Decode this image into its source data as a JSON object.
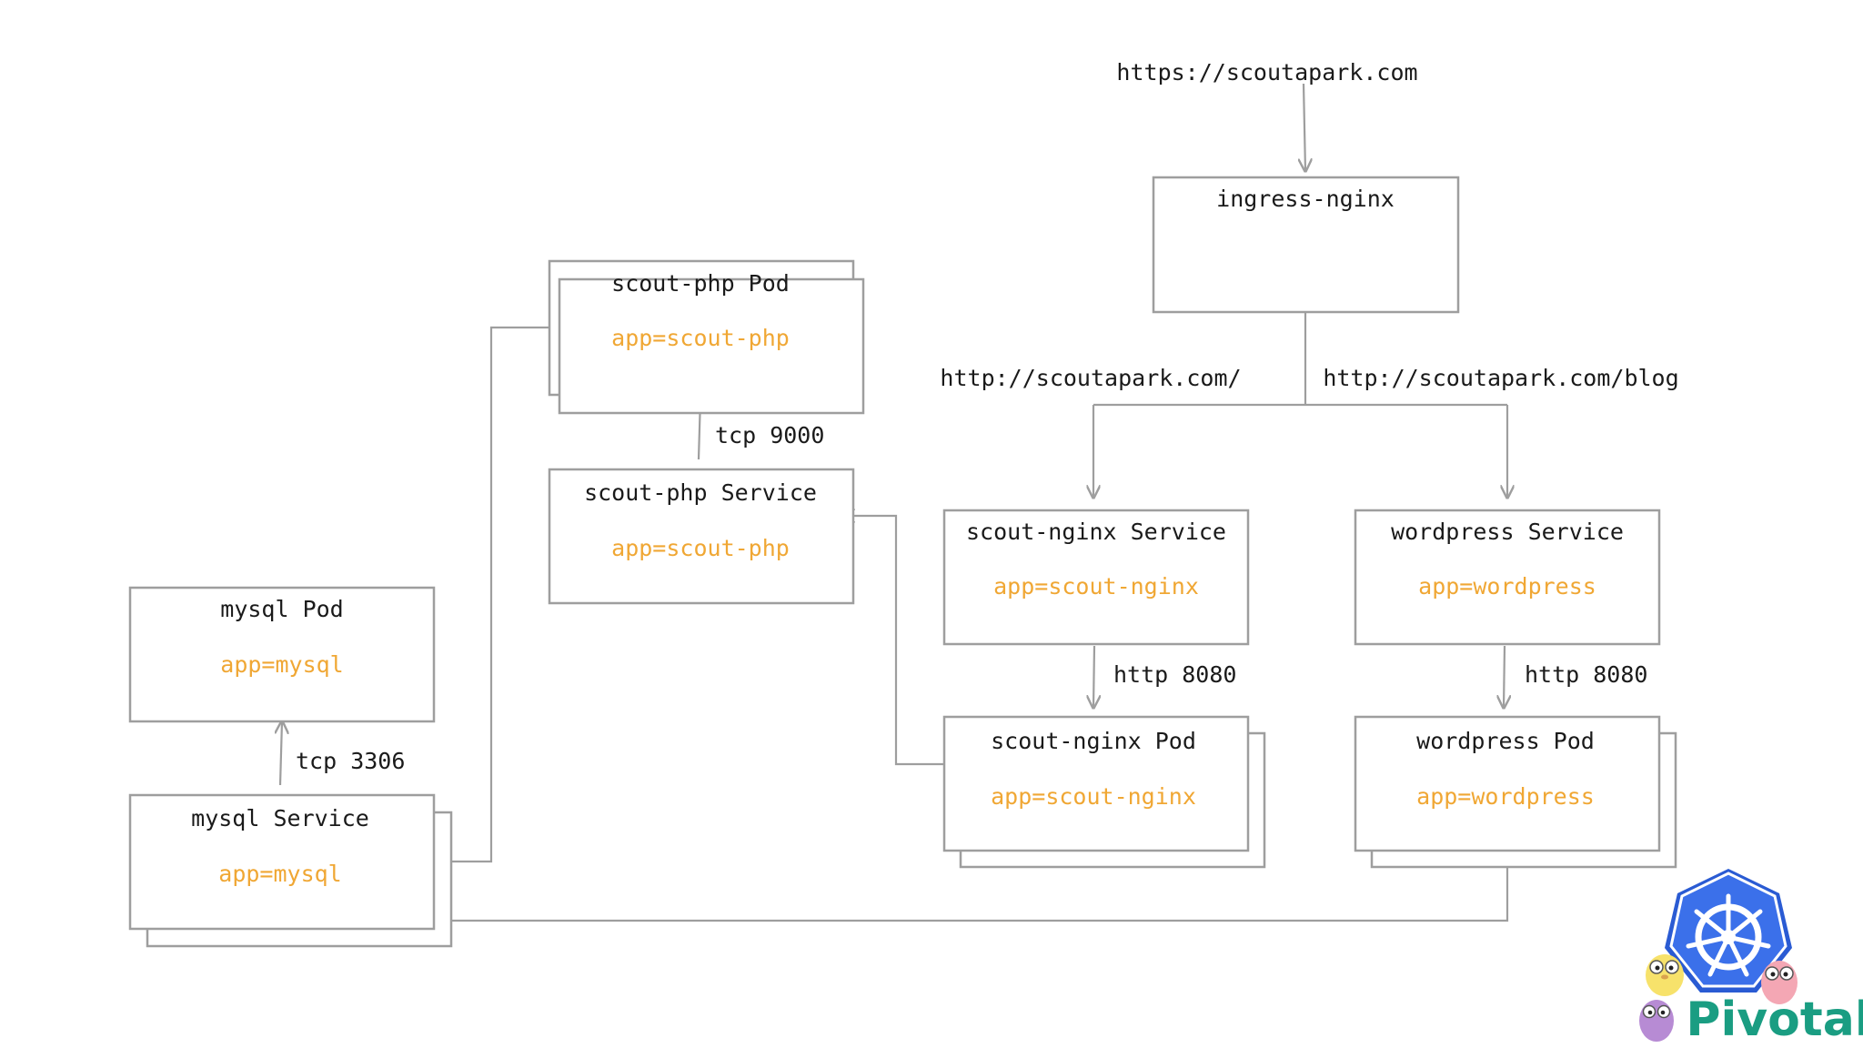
{
  "url_top": "https://scoutapark.com",
  "nodes": {
    "ingress": {
      "title": "ingress-nginx"
    },
    "scout_php_pod": {
      "title": "scout-php Pod",
      "label": "app=scout-php"
    },
    "scout_php_service": {
      "title": "scout-php Service",
      "label": "app=scout-php"
    },
    "scout_nginx_service": {
      "title": "scout-nginx Service",
      "label": "app=scout-nginx"
    },
    "wordpress_service": {
      "title": "wordpress Service",
      "label": "app=wordpress"
    },
    "mysql_pod": {
      "title": "mysql Pod",
      "label": "app=mysql"
    },
    "mysql_service": {
      "title": "mysql Service",
      "label": "app=mysql"
    },
    "scout_nginx_pod": {
      "title": "scout-nginx Pod",
      "label": "app=scout-nginx"
    },
    "wordpress_pod": {
      "title": "wordpress Pod",
      "label": "app=wordpress"
    }
  },
  "edges": {
    "route_root": "http://scoutapark.com/",
    "route_blog": "http://scoutapark.com/blog",
    "tcp_9000": "tcp 9000",
    "tcp_3306": "tcp 3306",
    "http_8080_nginx": "http 8080",
    "http_8080_wordpress": "http 8080"
  },
  "logo": {
    "brand": "Pivotal"
  },
  "colors": {
    "label": "#f0a734",
    "line": "#9e9e9e",
    "k8s_blue": "#326ce5",
    "pivotal_green": "#1a9d82"
  }
}
